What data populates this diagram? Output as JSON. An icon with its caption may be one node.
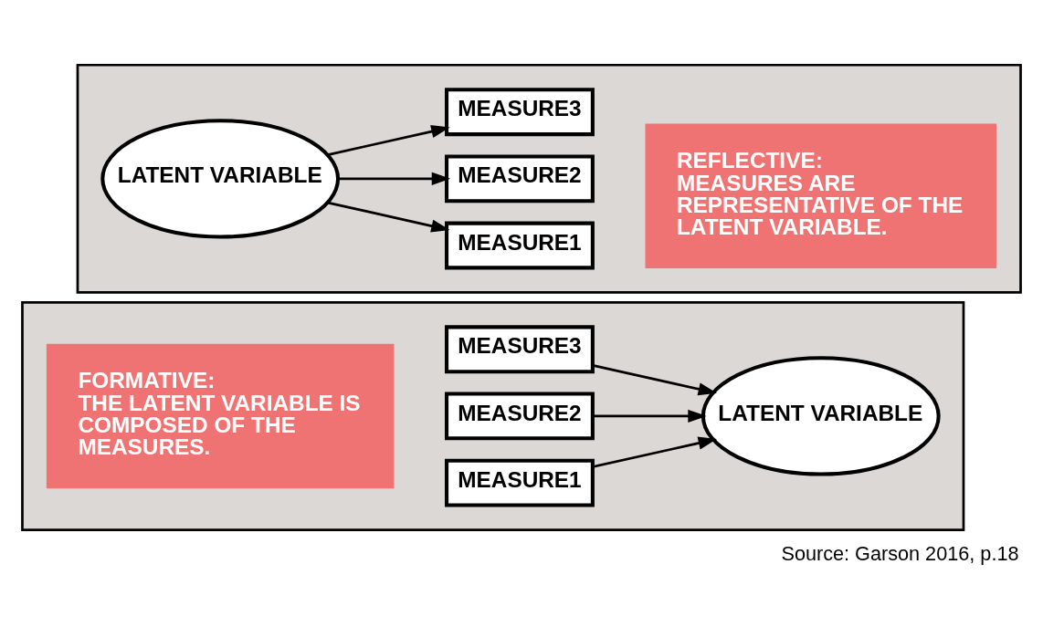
{
  "diagram": {
    "caption": "Source: Garson 2016, p.18",
    "nodes": [
      {
        "text": [],
        "shape": "box"
      },
      {
        "text": [
          "LATENT VARIABLE"
        ],
        "in": 0
      },
      {
        "text": [
          "MEASURE1"
        ],
        "in": 0
      },
      {
        "text": [
          "MEASURE2"
        ],
        "in": 0
      },
      {
        "text": [
          "MEASURE3"
        ],
        "in": 0
      },
      {
        "text": [
          "REFLECTIVE:",
          "MEASURES ARE REPRESENTATIVE OF THE LATENT VARIABLE."
        ],
        "in": 0
      },
      {
        "text": [],
        "shape": "box"
      },
      {
        "text": [
          "FORMATIVE:",
          "THE LATENT VARIABLE IS COMPOSED OF THE MEASURES."
        ],
        "in": 6
      },
      {
        "text": [
          "MEASURE1"
        ],
        "in": 6
      },
      {
        "text": [
          "MEASURE2"
        ],
        "in": 6
      },
      {
        "text": [
          "MEASURE3"
        ],
        "in": 6
      },
      {
        "text": [
          "LATENT VARIABLE"
        ],
        "in": 6
      }
    ],
    "edges": [
      {
        "from": 1,
        "to": 2,
        "arrow": "to"
      },
      {
        "from": 1,
        "to": 3,
        "arrow": "to"
      },
      {
        "from": 1,
        "to": 4,
        "arrow": "to"
      },
      {
        "from": 8,
        "to": 11,
        "arrow": "to"
      },
      {
        "from": 9,
        "to": 11,
        "arrow": "to"
      },
      {
        "from": 10,
        "to": 11,
        "arrow": "to"
      }
    ]
  }
}
